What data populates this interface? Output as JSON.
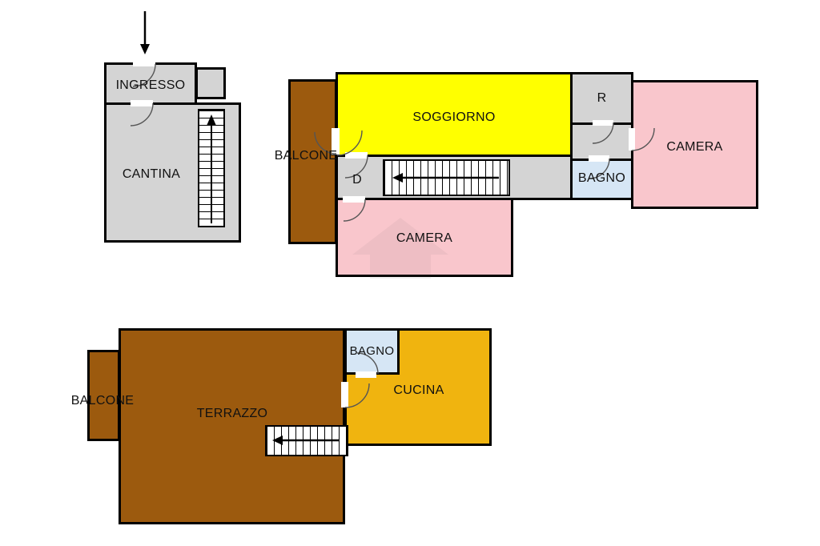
{
  "plan": {
    "rooms": {
      "ingresso": "INGRESSO",
      "cantina": "CANTINA",
      "balcone_top": "BALCONE",
      "soggiorno": "SOGGIORNO",
      "r": "R",
      "camera_right": "CAMERA",
      "d": "D",
      "bagno_top": "BAGNO",
      "camera_bottom": "CAMERA",
      "balcone_bottom": "BALCONE",
      "terrazzo": "TERRAZZO",
      "bagno_bottom": "BAGNO",
      "cucina": "CUCINA"
    },
    "colors": {
      "room_gray": "#d4d4d4",
      "soggiorno_yellow": "#ffff00",
      "camera_pink": "#f9c6cc",
      "balcone_brown": "#9c5a0e",
      "terrazzo_brown": "#9c5a0e",
      "cucina_orange": "#f0b40f",
      "bagno_blue": "#d6e6f5",
      "stairs_white": "#ffffff",
      "wall_black": "#000000"
    }
  }
}
